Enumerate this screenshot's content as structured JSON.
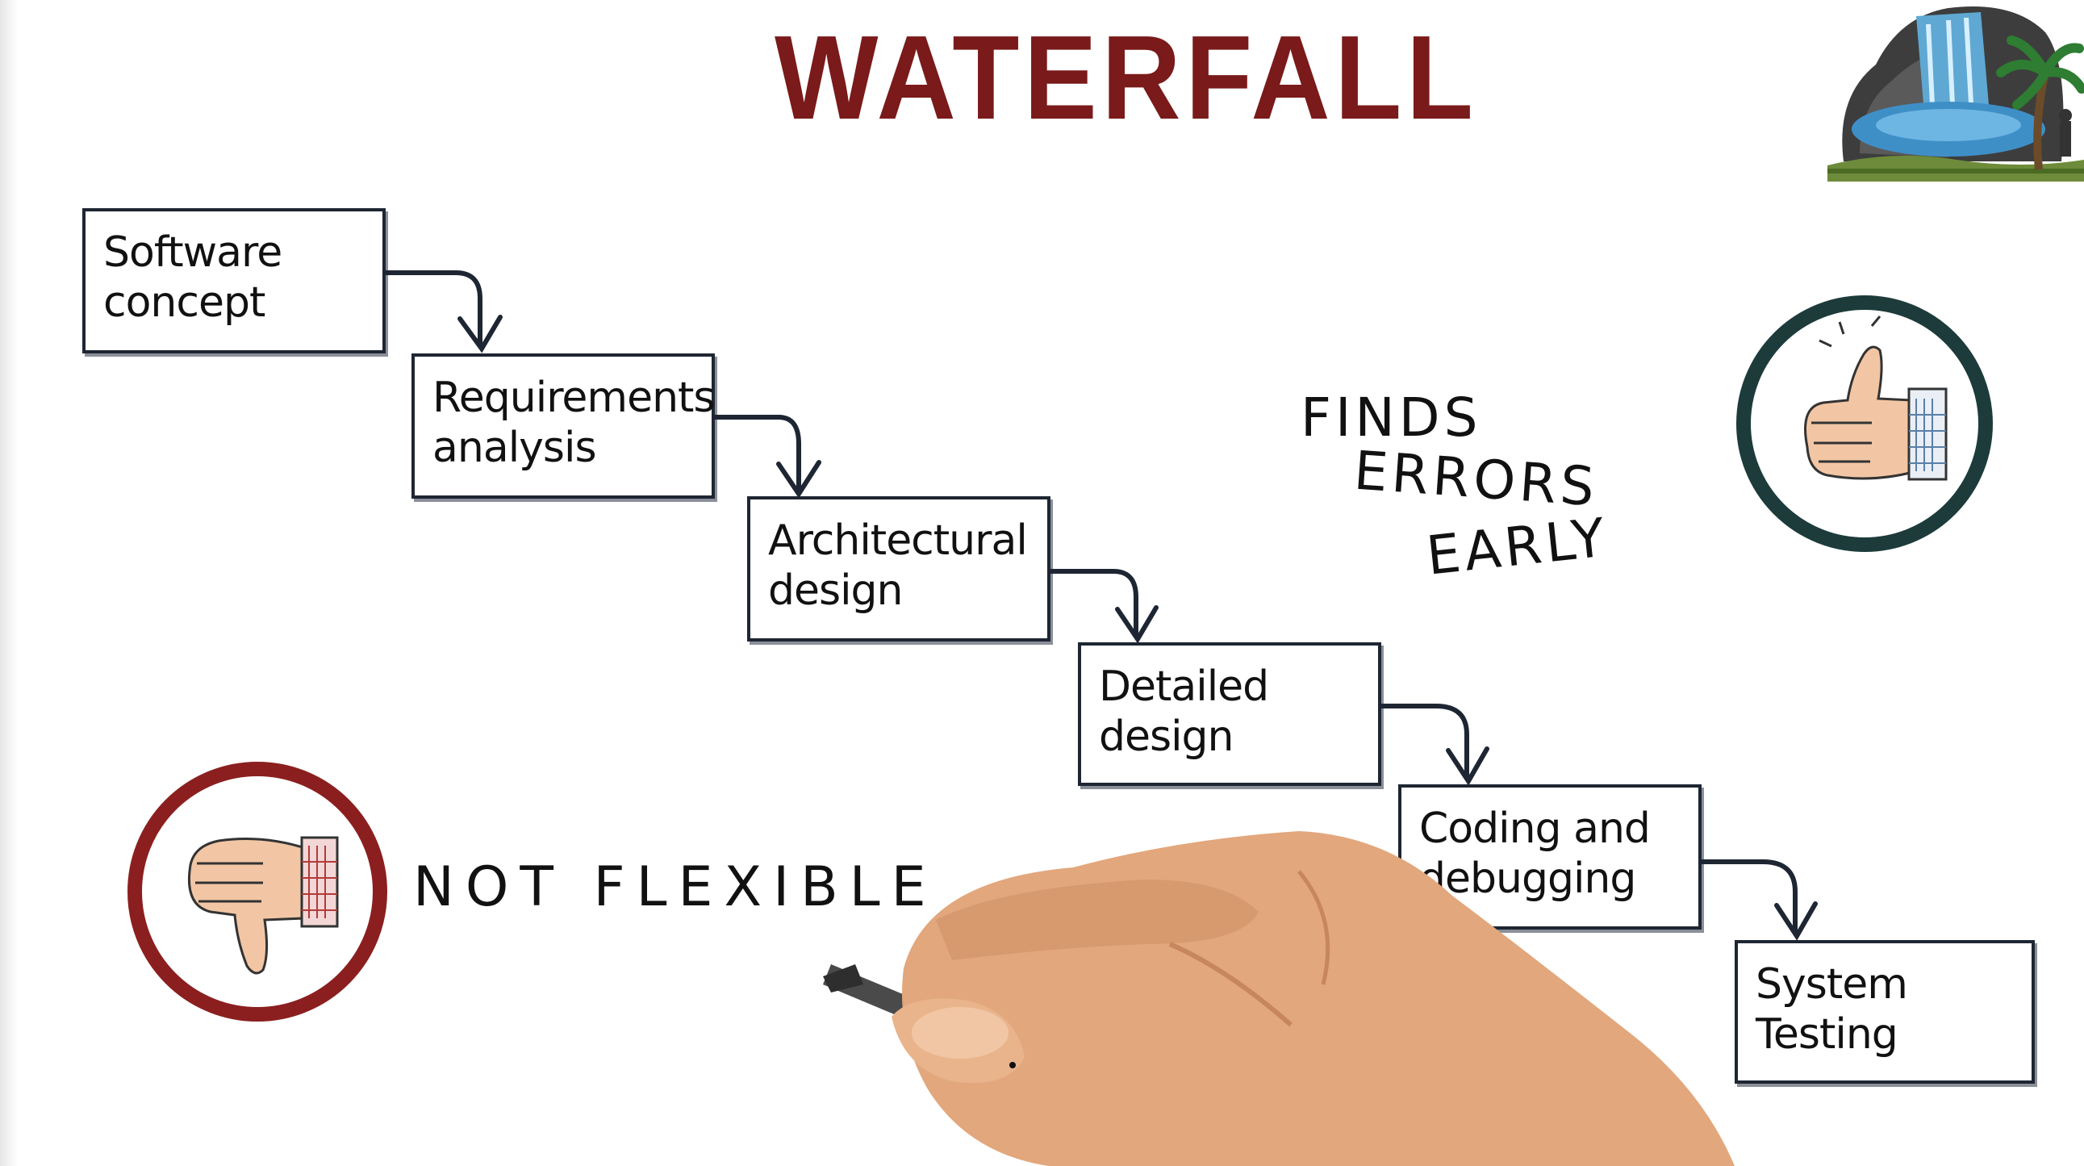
{
  "title": "WATERFALL",
  "steps": [
    {
      "line1": "Software",
      "line2": "concept"
    },
    {
      "line1": "Requirements",
      "line2": "analysis"
    },
    {
      "line1": "Architectural",
      "line2": "design"
    },
    {
      "line1": "Detailed",
      "line2": "design"
    },
    {
      "line1": "Coding and",
      "line2": "debugging"
    },
    {
      "line1": "System",
      "line2": "Testing"
    }
  ],
  "pro": {
    "line1": "FINDS",
    "line2": "ERRORS",
    "line3": "EARLY"
  },
  "con": {
    "label": "NOT FLEXIBLE"
  },
  "icons": {
    "logo": "waterfall-illustration-icon",
    "pro": "thumbs-up-icon",
    "con": "thumbs-down-icon",
    "hand": "hand-holding-pen-icon"
  },
  "colors": {
    "title": "#7a1a1a",
    "arrow": "#1e2633",
    "pro_ring": "#1d3b3b",
    "con_ring": "#8b1f1f"
  }
}
